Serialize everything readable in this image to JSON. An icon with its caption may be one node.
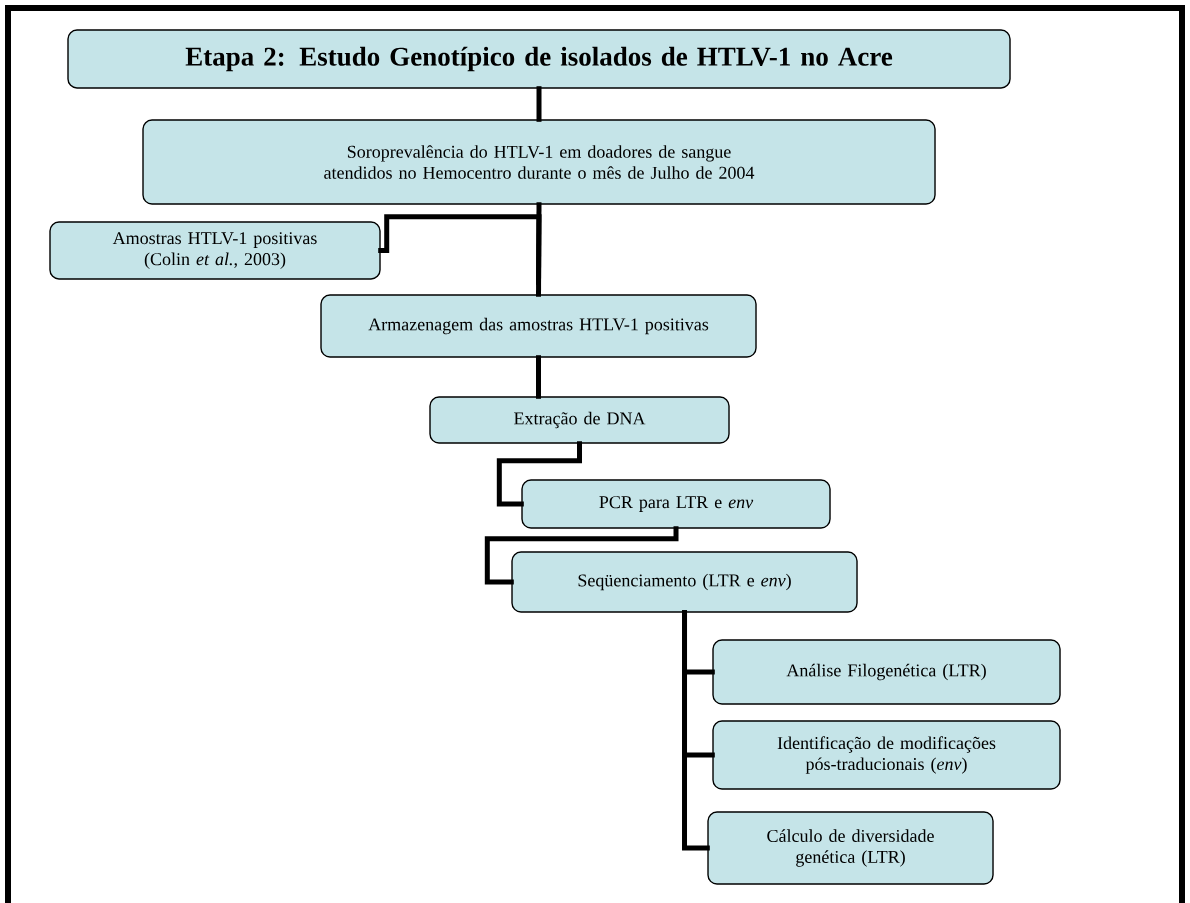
{
  "diagram": {
    "nodes": [
      {
        "text": [
          "Etapa 2: Estudo Genotípico de isolados de HTLV-1 no Acre"
        ]
      },
      {
        "text": [
          "Soroprevalência do HTLV-1 em doadores de sangue atendidos no Hemocentro durante o mês de Julho de 2004"
        ]
      },
      {
        "text": [
          "Amostras HTLV-1 positivas (Colin *et al.*, 2003)"
        ]
      },
      {
        "text": [
          "Armazenagem das amostras HTLV-1 positivas"
        ]
      },
      {
        "text": [
          "Extração de DNA"
        ]
      },
      {
        "text": [
          "PCR para LTR e *env*"
        ]
      },
      {
        "text": [
          "Seqüenciamento (LTR e *env*)"
        ]
      },
      {
        "text": [
          "Análise Filogenética (LTR)"
        ]
      },
      {
        "text": [
          "Identificação de modificações pós-traducionais (*env*)"
        ]
      },
      {
        "text": [
          "Cálculo de diversidade genética (LTR)"
        ]
      }
    ],
    "edges": [
      {
        "from": 0,
        "to": 1,
        "arrow": "none"
      },
      {
        "from": 1,
        "to": 3,
        "arrow": "none"
      },
      {
        "from": 2,
        "to": 3,
        "arrow": "none"
      },
      {
        "from": 3,
        "to": 4,
        "arrow": "none"
      },
      {
        "from": 4,
        "to": 5,
        "arrow": "none"
      },
      {
        "from": 5,
        "to": 6,
        "arrow": "none"
      },
      {
        "from": 6,
        "to": 7,
        "arrow": "none"
      },
      {
        "from": 6,
        "to": 8,
        "arrow": "none"
      },
      {
        "from": 6,
        "to": 9,
        "arrow": "none"
      }
    ]
  }
}
